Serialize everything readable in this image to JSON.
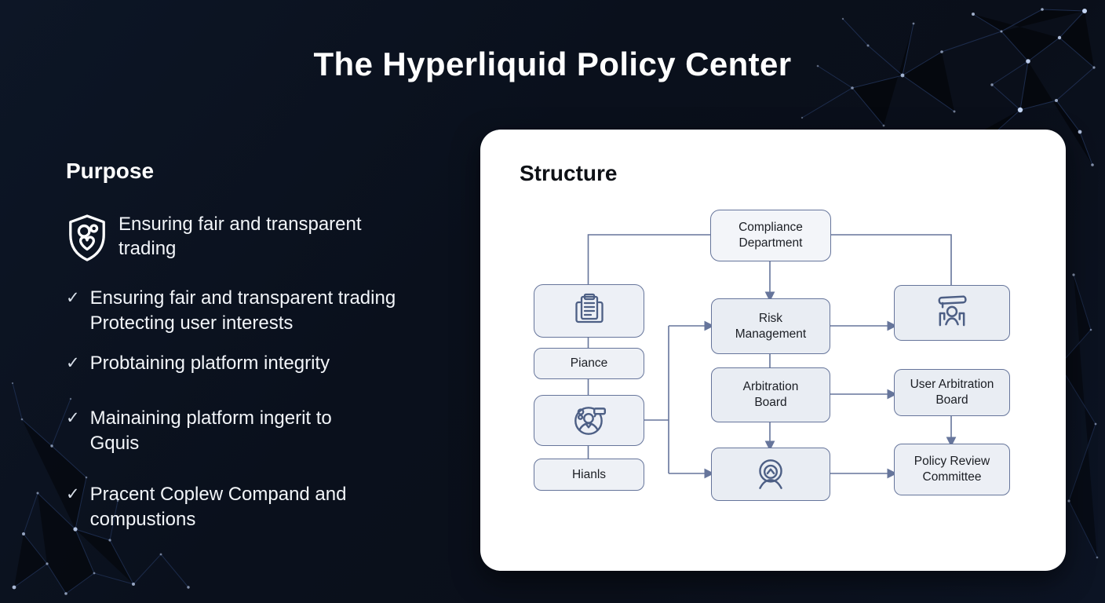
{
  "page": {
    "title": "The Hyperliquid Policy Center"
  },
  "icons": {
    "check": "✓",
    "purpose_badge": "shield-face-icon",
    "structure_node_icons": [
      "documents-icon",
      "support-agent-icon",
      "person-avatar-icon",
      "service-desk-icon"
    ]
  },
  "colors": {
    "background": "#0a101c",
    "title_text": "#ffffff",
    "body_text": "#f2f5f9",
    "card_background": "#ffffff",
    "card_heading": "#0e1116",
    "node_fill": "#e9edf3",
    "node_border": "#66759b",
    "connector": "#66759b",
    "network_line": "#35508a",
    "network_dot": "#cfe0ff"
  },
  "purpose": {
    "heading": "Purpose",
    "lead": {
      "line1": "Ensuring fair and transparent",
      "line2": "trading"
    },
    "items": [
      {
        "line1": "Ensuring fair and transparent trading",
        "line2": "Protecting user interests"
      },
      {
        "line1": "Probtaining platform integrity",
        "line2": ""
      },
      {
        "line1": "Mainaining platform ingerit to",
        "line2": "Gquis"
      },
      {
        "line1": "Pracent Coplew Compand and",
        "line2": "compustions"
      }
    ]
  },
  "structure": {
    "heading": "Structure",
    "nodes": {
      "compliance": {
        "line1": "Compliance",
        "line2": "Department"
      },
      "piance": {
        "label": "Piance"
      },
      "hianls": {
        "label": "Hianls"
      },
      "risk": {
        "line1": "Risk",
        "line2": "Management"
      },
      "arbitration": {
        "line1": "Arbitration",
        "line2": "Board"
      },
      "user_arbitration": {
        "line1": "User Arbitration",
        "line2": "Board"
      },
      "policy_review": {
        "line1": "Policy Review",
        "line2": "Committee"
      }
    }
  }
}
